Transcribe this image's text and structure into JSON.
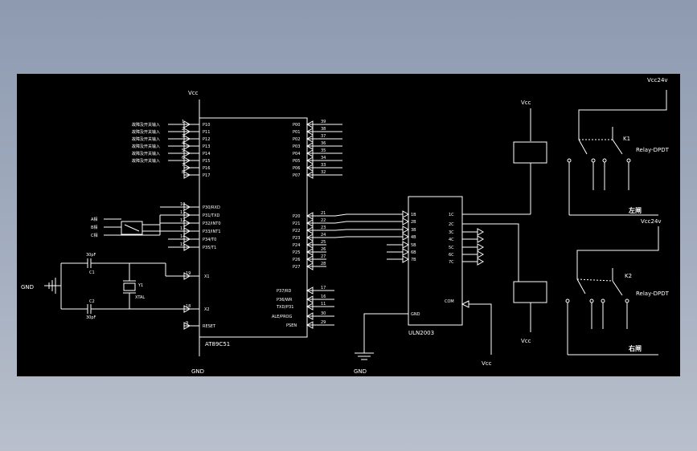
{
  "mcu": {
    "part": "AT89C51",
    "vcc": "Vcc",
    "gnd": "GND",
    "p1_labels": [
      "P10",
      "P11",
      "P12",
      "P13",
      "P14",
      "P15",
      "P16",
      "P17"
    ],
    "p1_nums": [
      "1",
      "2",
      "3",
      "4",
      "5",
      "6",
      "7",
      "8"
    ],
    "p1_inputs": [
      "故障及开关输入",
      "故障及开关输入",
      "故障及开关输入",
      "故障及开关输入",
      "故障及开关输入",
      "故障及开关输入"
    ],
    "p3_labels": [
      "P30/RXD",
      "P31/TXD",
      "P32/INT0",
      "P33/INT1",
      "P34/T0",
      "P35/T1"
    ],
    "p3_nums": [
      "10",
      "11",
      "12",
      "13",
      "14",
      "15"
    ],
    "p0_labels": [
      "P00",
      "P01",
      "P02",
      "P03",
      "P04",
      "P05",
      "P06",
      "P07"
    ],
    "p0_nums": [
      "39",
      "38",
      "37",
      "36",
      "35",
      "34",
      "33",
      "32"
    ],
    "p2_labels": [
      "P20",
      "P21",
      "P22",
      "P23",
      "P24",
      "P25",
      "P26",
      "P27"
    ],
    "p2_nums": [
      "21",
      "22",
      "23",
      "24",
      "25",
      "26",
      "27",
      "28"
    ],
    "ctrl_labels": [
      "P37/RD",
      "P36/WR",
      "TXD/P31",
      "ALE/PROG",
      "PSEN"
    ],
    "ctrl_nums": [
      "17",
      "16",
      "11",
      "30",
      "29"
    ],
    "x1": "X1",
    "x1_num": "19",
    "x2": "X2",
    "x2_num": "18",
    "reset": "RESET",
    "reset_num": "9"
  },
  "sensor": {
    "in_a": "A相",
    "in_b": "B相",
    "in_c": "C相"
  },
  "osc": {
    "gnd": "GND",
    "c1": "30pF",
    "c1_name": "C1",
    "c2": "30pF",
    "c2_name": "C2",
    "crystal": "Y1",
    "crystal_freq": "XTAL"
  },
  "driver": {
    "part": "ULN2003",
    "inputs": [
      "1B",
      "2B",
      "3B",
      "4B",
      "5B",
      "6B",
      "7B"
    ],
    "outputs": [
      "1C",
      "2C",
      "3C",
      "4C",
      "5C",
      "6C",
      "7C"
    ],
    "gnd_pin": "GND",
    "com_pin": "COM",
    "gnd": "GND",
    "vcc": "Vcc"
  },
  "relays": [
    {
      "name": "K1",
      "type": "Relay-DPDT",
      "supply": "Vcc24v",
      "coil_vcc": "Vcc",
      "dir": "左闸"
    },
    {
      "name": "K2",
      "type": "Relay-DPDT",
      "supply": "Vcc24v",
      "coil_vcc": "Vcc",
      "dir": "右闸"
    }
  ]
}
